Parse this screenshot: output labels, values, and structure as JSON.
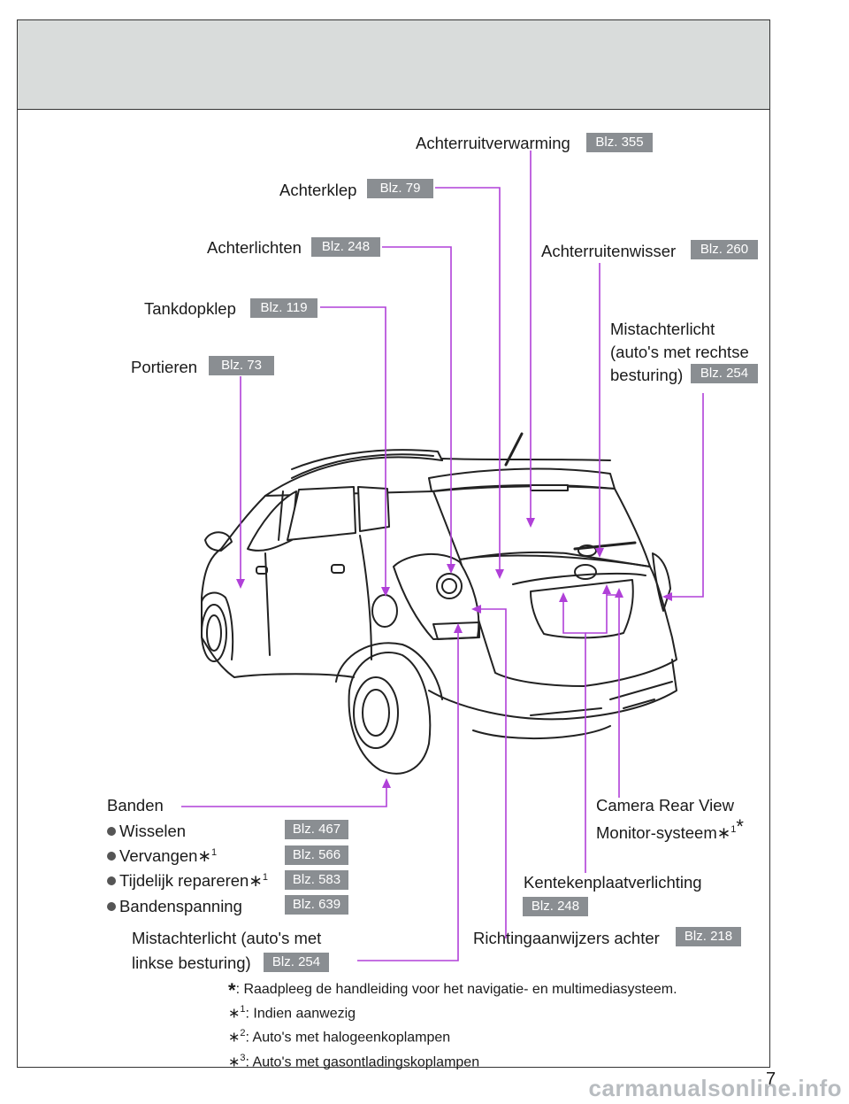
{
  "labels": {
    "rear_window_defogger": "Achterruitverwarming",
    "back_door": "Achterklep",
    "rear_lights": "Achterlichten",
    "rear_wiper": "Achterruitenwisser",
    "fuel_door": "Tankdopklep",
    "rear_fog_rhd_line1": "Mistachterlicht",
    "rear_fog_rhd_line2": "(auto's met rechtse",
    "rear_fog_rhd_line3": "besturing)",
    "doors": "Portieren",
    "tires": "Banden",
    "tires_replace": "Wisselen",
    "tires_change": "Vervangen",
    "tires_temp_repair": "Tijdelijk repareren",
    "tires_pressure": "Bandenspanning",
    "camera_line1": "Camera Rear View",
    "camera_line2": "Monitor-systeem",
    "license_plate_light": "Kentekenplaatverlichting",
    "rear_fog_lhd_line1": "Mistachterlicht (auto's met",
    "rear_fog_lhd_line2": "linkse besturing)",
    "rear_turn_signals": "Richtingaanwijzers achter"
  },
  "marks": {
    "asterisk": "*",
    "ast": "∗",
    "one": "1",
    "two": "2",
    "three": "3"
  },
  "badges": {
    "rear_window_defogger": "Blz. 355",
    "back_door": "Blz. 79",
    "rear_lights": "Blz. 248",
    "rear_wiper": "Blz. 260",
    "fuel_door": "Blz. 119",
    "rear_fog_rhd": "Blz. 254",
    "doors": "Blz. 73",
    "tires_replace": "Blz. 467",
    "tires_change": "Blz. 566",
    "tires_temp_repair": "Blz. 583",
    "tires_pressure": "Blz. 639",
    "license_plate_light": "Blz. 248",
    "rear_fog_lhd": "Blz. 254",
    "rear_turn_signals": "Blz. 218"
  },
  "notes": {
    "note_star": ": Raadpleeg de handleiding voor het navigatie- en multimediasysteem.",
    "note_1": ": Indien aanwezig",
    "note_2": ": Auto's met halogeenkoplampen",
    "note_3": ": Auto's met gasontladingskoplampen"
  },
  "page_number": "7",
  "watermark": "carmanualsonline.info",
  "colors": {
    "leader_line": "#b040d8",
    "badge_bg": "#8a8e92",
    "header_band": "#d9dcdb"
  }
}
